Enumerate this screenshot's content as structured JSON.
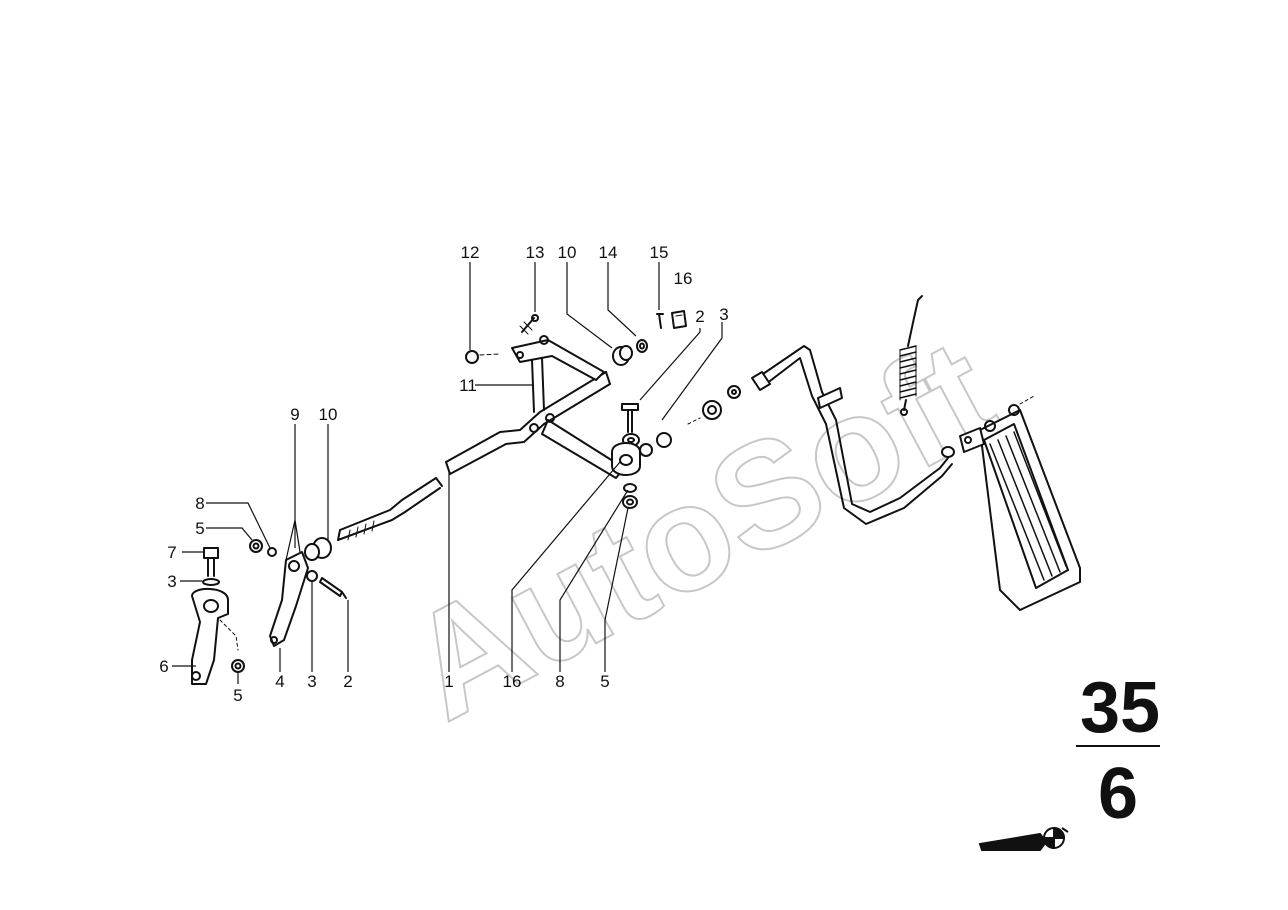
{
  "watermark": "AutoSoft",
  "page_number": {
    "group": "35",
    "sheet": "6"
  },
  "callouts": {
    "c12": "12",
    "c13": "13",
    "c10a": "10",
    "c14": "14",
    "c15": "15",
    "c16a": "16",
    "c2a": "2",
    "c3a": "3",
    "c11": "11",
    "c9": "9",
    "c10b": "10",
    "c8a": "8",
    "c5a": "5",
    "c7": "7",
    "c3b": "3",
    "c6": "6",
    "c5b": "5",
    "c4": "4",
    "c3c": "3",
    "c2b": "2",
    "c1": "1",
    "c16b": "16",
    "c8b": "8",
    "c5c": "5"
  },
  "colors": {
    "ink": "#111111",
    "watermark": "#9a9a9a",
    "paper": "#ffffff"
  },
  "icons": {
    "logo": "bmw-roundel-emblem-icon"
  }
}
